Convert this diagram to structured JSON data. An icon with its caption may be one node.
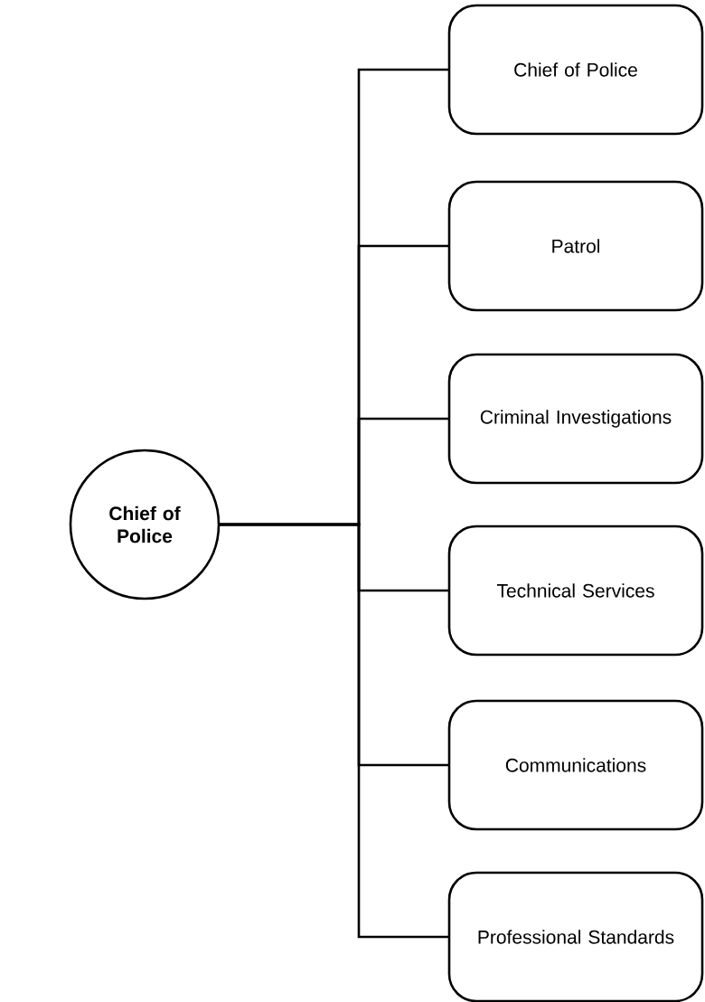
{
  "diagram": {
    "nodes": [
      {
        "text": [
          "Chief of Police"
        ]
      },
      {
        "text": [
          "Chief of Police"
        ]
      },
      {
        "text": [
          "Patrol"
        ]
      },
      {
        "text": [
          "Criminal Investigations"
        ]
      },
      {
        "text": [
          "Technical Services"
        ]
      },
      {
        "text": [
          "Communications"
        ]
      },
      {
        "text": [
          "Professional Standards"
        ]
      }
    ],
    "edges": [
      {
        "from": 0,
        "to": 1,
        "arrow": "none"
      },
      {
        "from": 0,
        "to": 2,
        "arrow": "none"
      },
      {
        "from": 0,
        "to": 3,
        "arrow": "none"
      },
      {
        "from": 0,
        "to": 4,
        "arrow": "none"
      },
      {
        "from": 0,
        "to": 5,
        "arrow": "none"
      },
      {
        "from": 0,
        "to": 6,
        "arrow": "none"
      }
    ]
  }
}
